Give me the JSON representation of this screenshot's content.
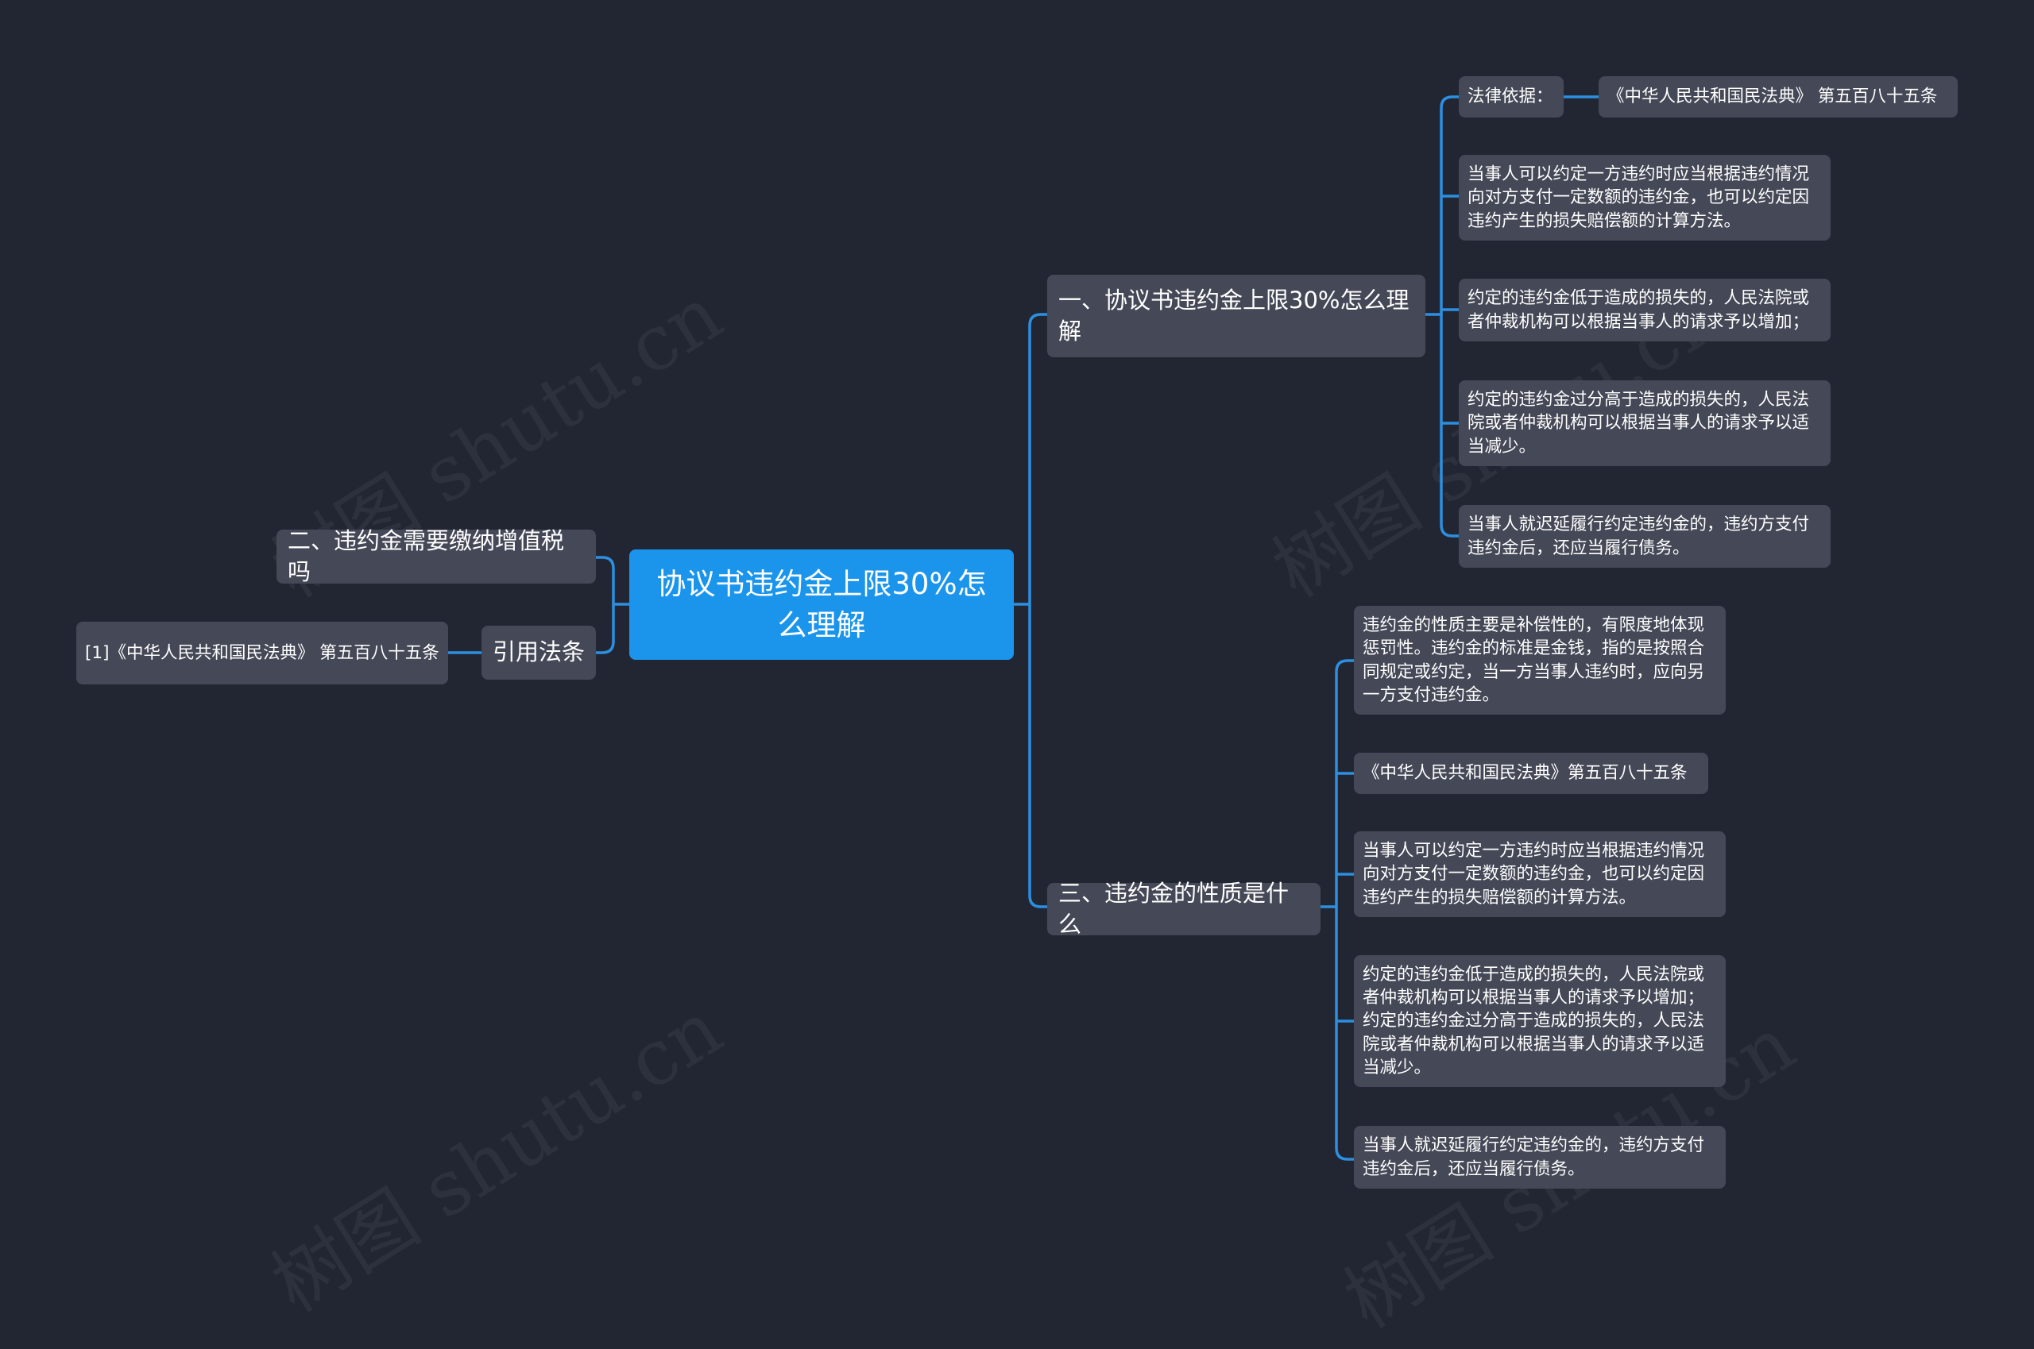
{
  "colors": {
    "background": "#222633",
    "root_fill": "#1b95ec",
    "node_fill": "#454957",
    "connector": "#2c8fe0",
    "text": "#ffffff"
  },
  "watermark": "树图 shutu.cn",
  "root": {
    "label": "协议书违约金上限30%怎么理解"
  },
  "left": {
    "vat": {
      "label": "二、违约金需要缴纳增值税吗"
    },
    "cite": {
      "label": "引用法条",
      "children": [
        "[1]《中华人民共和国民法典》 第五百八十五条"
      ]
    }
  },
  "right": {
    "b1": {
      "label": "一、协议书违约金上限30%怎么理解",
      "basis_label": "法律依据：",
      "basis_value": "《中华人民共和国民法典》 第五百八十五条",
      "children": [
        "当事人可以约定一方违约时应当根据违约情况向对方支付一定数额的违约金，也可以约定因违约产生的损失赔偿额的计算方法。",
        "约定的违约金低于造成的损失的，人民法院或者仲裁机构可以根据当事人的请求予以增加；",
        "约定的违约金过分高于造成的损失的，人民法院或者仲裁机构可以根据当事人的请求予以适当减少。",
        "当事人就迟延履行约定违约金的，违约方支付违约金后，还应当履行债务。"
      ]
    },
    "b3": {
      "label": "三、违约金的性质是什么",
      "children": [
        "违约金的性质主要是补偿性的，有限度地体现惩罚性。违约金的标准是金钱，指的是按照合同规定或约定，当一方当事人违约时，应向另一方支付违约金。",
        "《中华人民共和国民法典》第五百八十五条",
        "当事人可以约定一方违约时应当根据违约情况向对方支付一定数额的违约金，也可以约定因违约产生的损失赔偿额的计算方法。",
        "约定的违约金低于造成的损失的，人民法院或者仲裁机构可以根据当事人的请求予以增加；约定的违约金过分高于造成的损失的，人民法院或者仲裁机构可以根据当事人的请求予以适当减少。",
        "当事人就迟延履行约定违约金的，违约方支付违约金后，还应当履行债务。"
      ]
    }
  }
}
